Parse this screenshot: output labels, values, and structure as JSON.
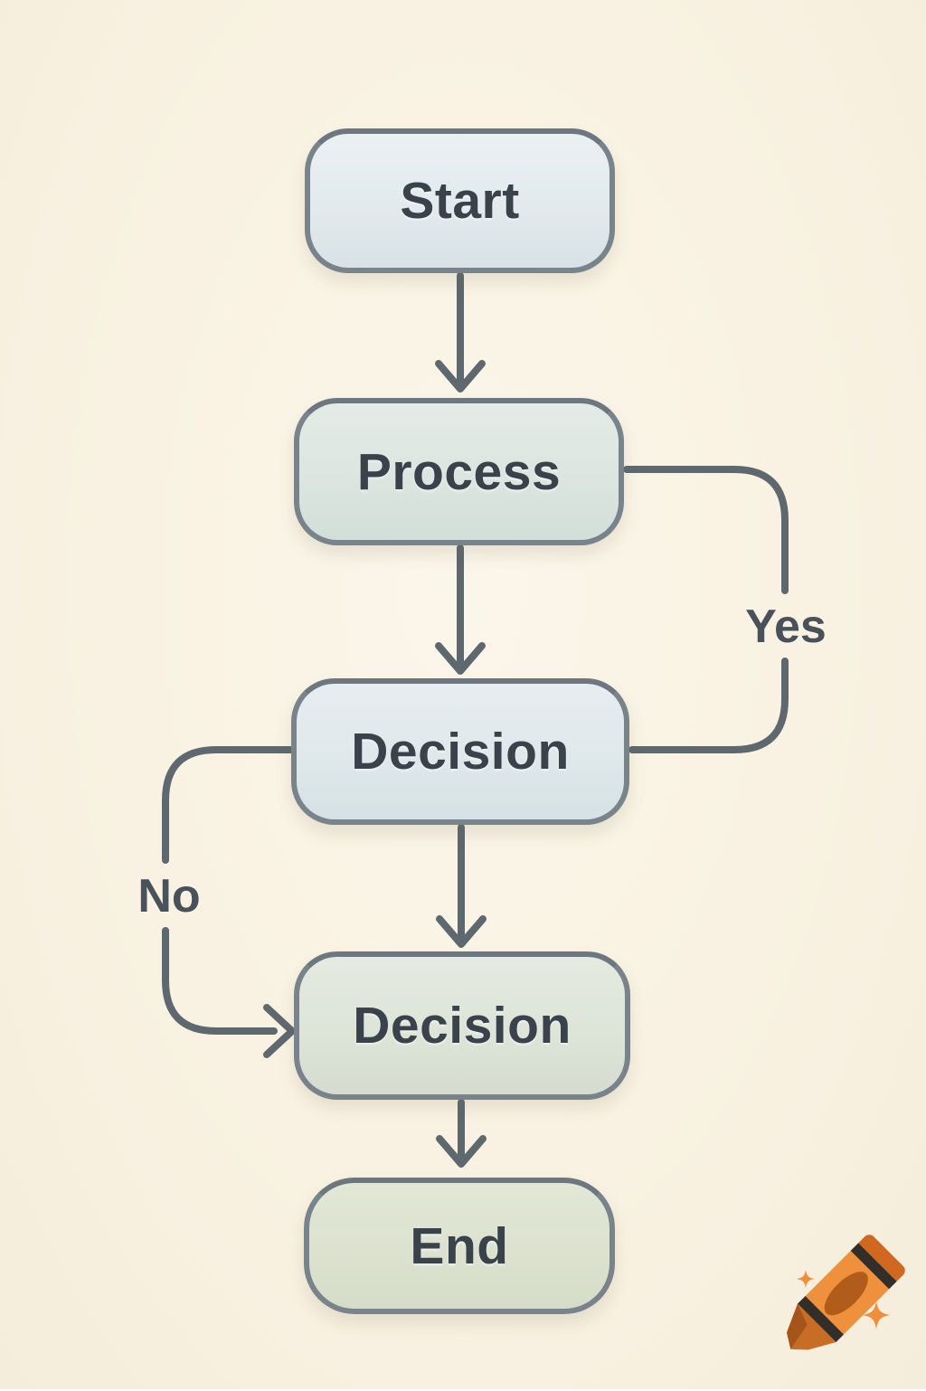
{
  "diagram": {
    "type": "flowchart",
    "nodes": [
      {
        "id": "start",
        "shape": "rounded-rectangle",
        "label": "Start"
      },
      {
        "id": "process",
        "shape": "rounded-rectangle",
        "label": "Process"
      },
      {
        "id": "decision-1",
        "shape": "rounded-rectangle",
        "label": "Decision"
      },
      {
        "id": "decision-2",
        "shape": "rounded-rectangle",
        "label": "Decision"
      },
      {
        "id": "end",
        "shape": "rounded-rectangle",
        "label": "End"
      }
    ],
    "edges": [
      {
        "from": "start",
        "to": "process",
        "label": "",
        "route": "straight-down"
      },
      {
        "from": "process",
        "to": "decision-1",
        "label": "",
        "route": "straight-down"
      },
      {
        "from": "process",
        "to": "decision-1",
        "label": "Yes",
        "route": "right-side-loop"
      },
      {
        "from": "decision-1",
        "to": "decision-2",
        "label": "",
        "route": "straight-down"
      },
      {
        "from": "decision-1",
        "to": "decision-2",
        "label": "No",
        "route": "left-side-loop"
      },
      {
        "from": "decision-2",
        "to": "end",
        "label": "",
        "route": "straight-down"
      }
    ],
    "edge_labels": {
      "yes": "Yes",
      "no": "No"
    }
  },
  "colors": {
    "background": "#f9f2e2",
    "node_border": "#79838b",
    "node_fill_blue": "#dfe8ea",
    "node_fill_green": "#dce2cf",
    "connector": "#5e686f",
    "text": "#3a434b",
    "crayon_body": "#ef913c",
    "crayon_dark": "#b15c1a",
    "crayon_stripe": "#322e2a",
    "sparkle": "#ef8f3b"
  },
  "watermark": {
    "icon": "crayon-with-sparkles"
  }
}
